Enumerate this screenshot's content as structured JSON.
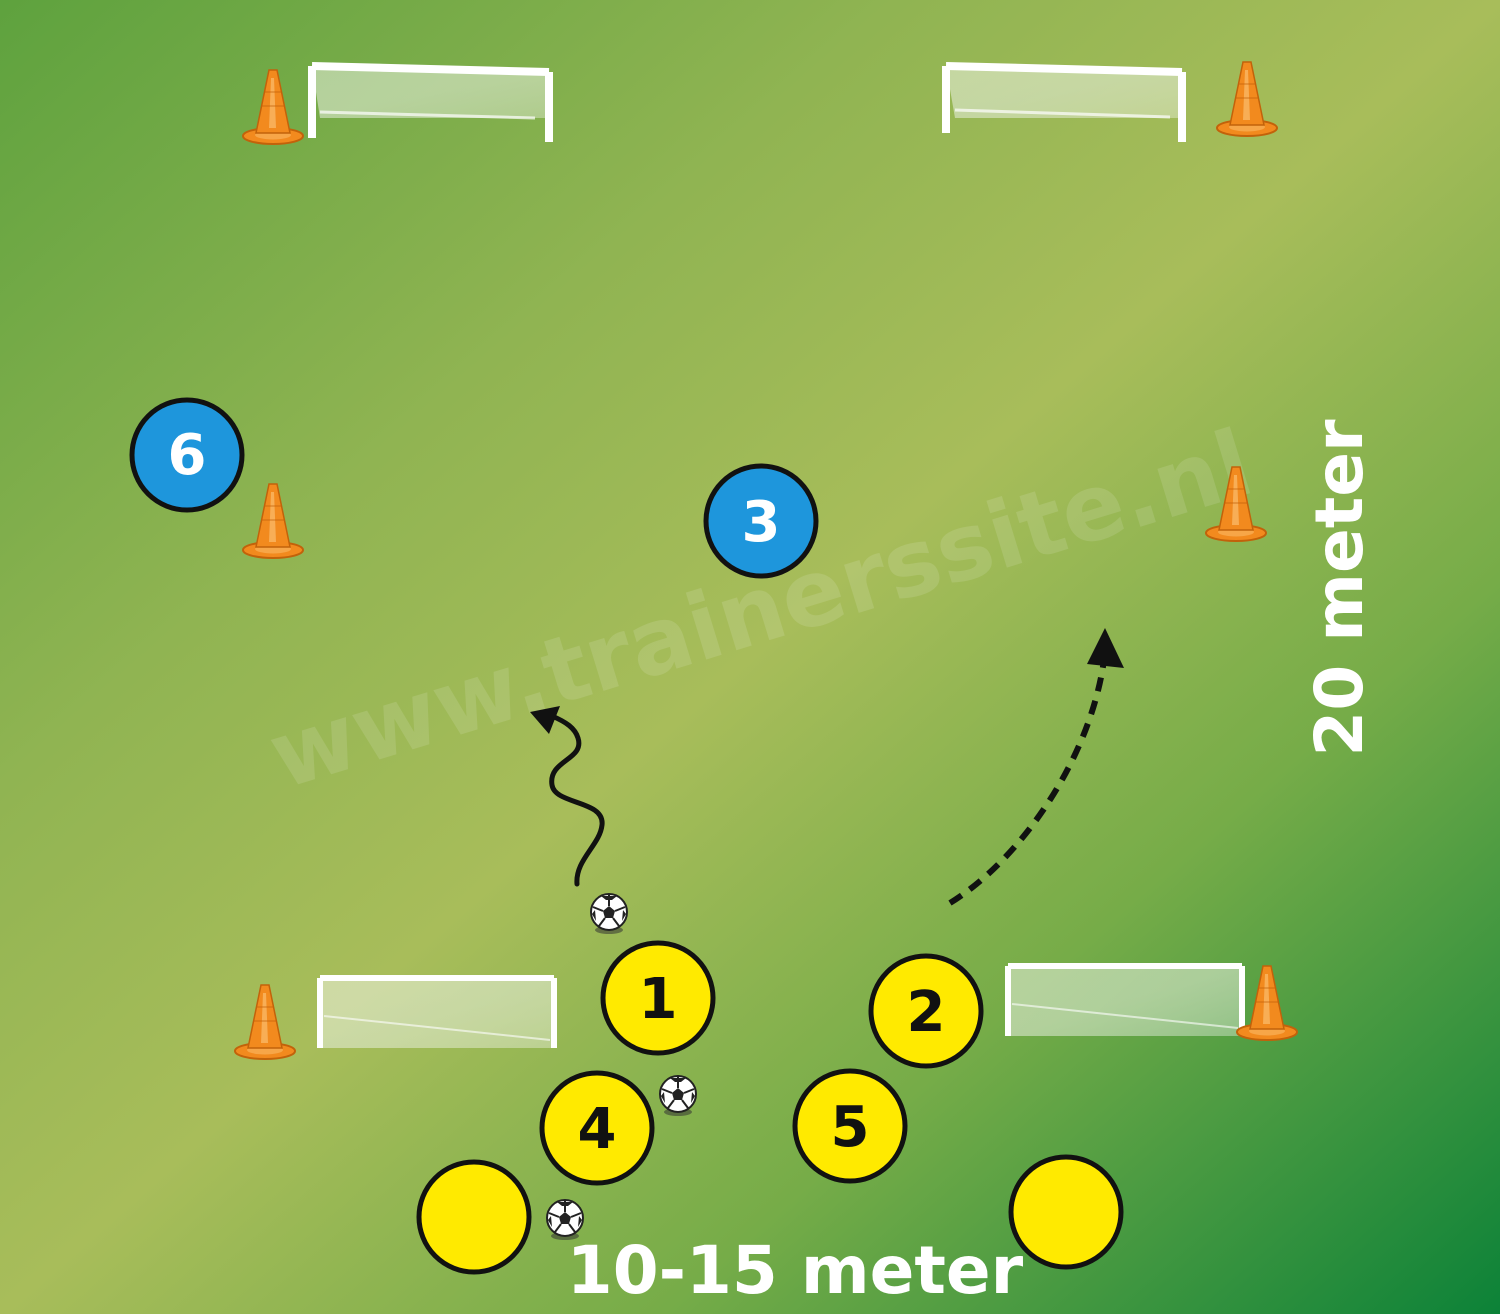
{
  "watermark": "www.trainerssite.nl",
  "dimensions": {
    "width_label": "10-15 meter",
    "length_label": "20 meter"
  },
  "players": {
    "blue": [
      {
        "number": "6"
      },
      {
        "number": "3"
      }
    ],
    "yellow": [
      {
        "number": "1"
      },
      {
        "number": "2"
      },
      {
        "number": "4"
      },
      {
        "number": "5"
      },
      {
        "number": ""
      },
      {
        "number": ""
      }
    ]
  },
  "colors": {
    "field_light": "#a8bd5a",
    "field_dark": "#0c8238",
    "field_topleft": "#5ea23e",
    "team_blue": "#1e96dc",
    "team_yellow": "#ffea00",
    "cone": "#f28a1e",
    "label_text": "#ffffff"
  },
  "icons": [
    "cone-icon",
    "goal-icon",
    "ball-icon",
    "dribble-arrow-icon",
    "run-arrow-icon"
  ]
}
